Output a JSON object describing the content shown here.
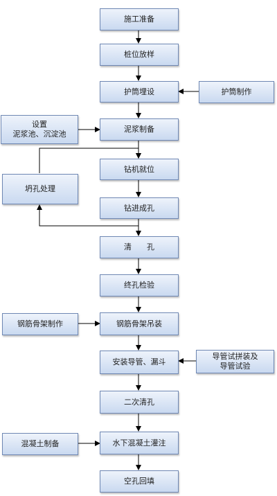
{
  "steps": {
    "s1": "施工准备",
    "s2": "桩位放样",
    "s3": "护筒埋设",
    "s4": "泥浆制备",
    "s5": "钻机就位",
    "s6": "钻进成孔",
    "s7": "清　　孔",
    "s8": "终孔检验",
    "s9": "钢筋骨架吊装",
    "s10": "安装导管、漏斗",
    "s11": "二次清孔",
    "s12": "水下混凝土灌注",
    "s13": "空孔回填"
  },
  "side": {
    "casing_make": "护筒制作",
    "slurry_pool": "设置\n泥浆池、沉淀池",
    "hole_collapse": "坍孔处理",
    "cage_make": "钢筋骨架制作",
    "pipe_test": "导管试拼装及\n导管试验",
    "concrete_prep": "混凝土制备"
  }
}
